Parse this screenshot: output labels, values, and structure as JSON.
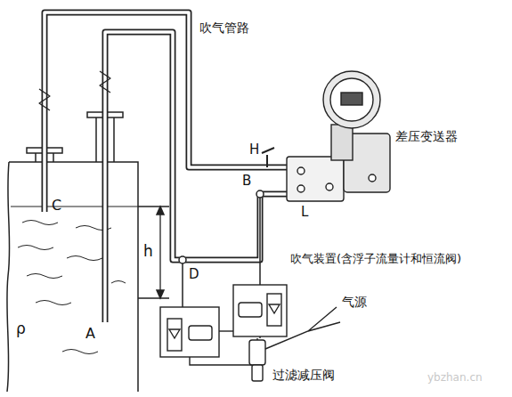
{
  "diagram": {
    "labels": [
      "吹气管路",
      "差压变送器",
      "H",
      "B",
      "L",
      "C",
      "h",
      "D",
      "吹气装置(含浮子流量计和恒流阀)",
      "气源",
      "ρ",
      "A",
      "过滤减压阀",
      "ybzhan.cn"
    ]
  }
}
